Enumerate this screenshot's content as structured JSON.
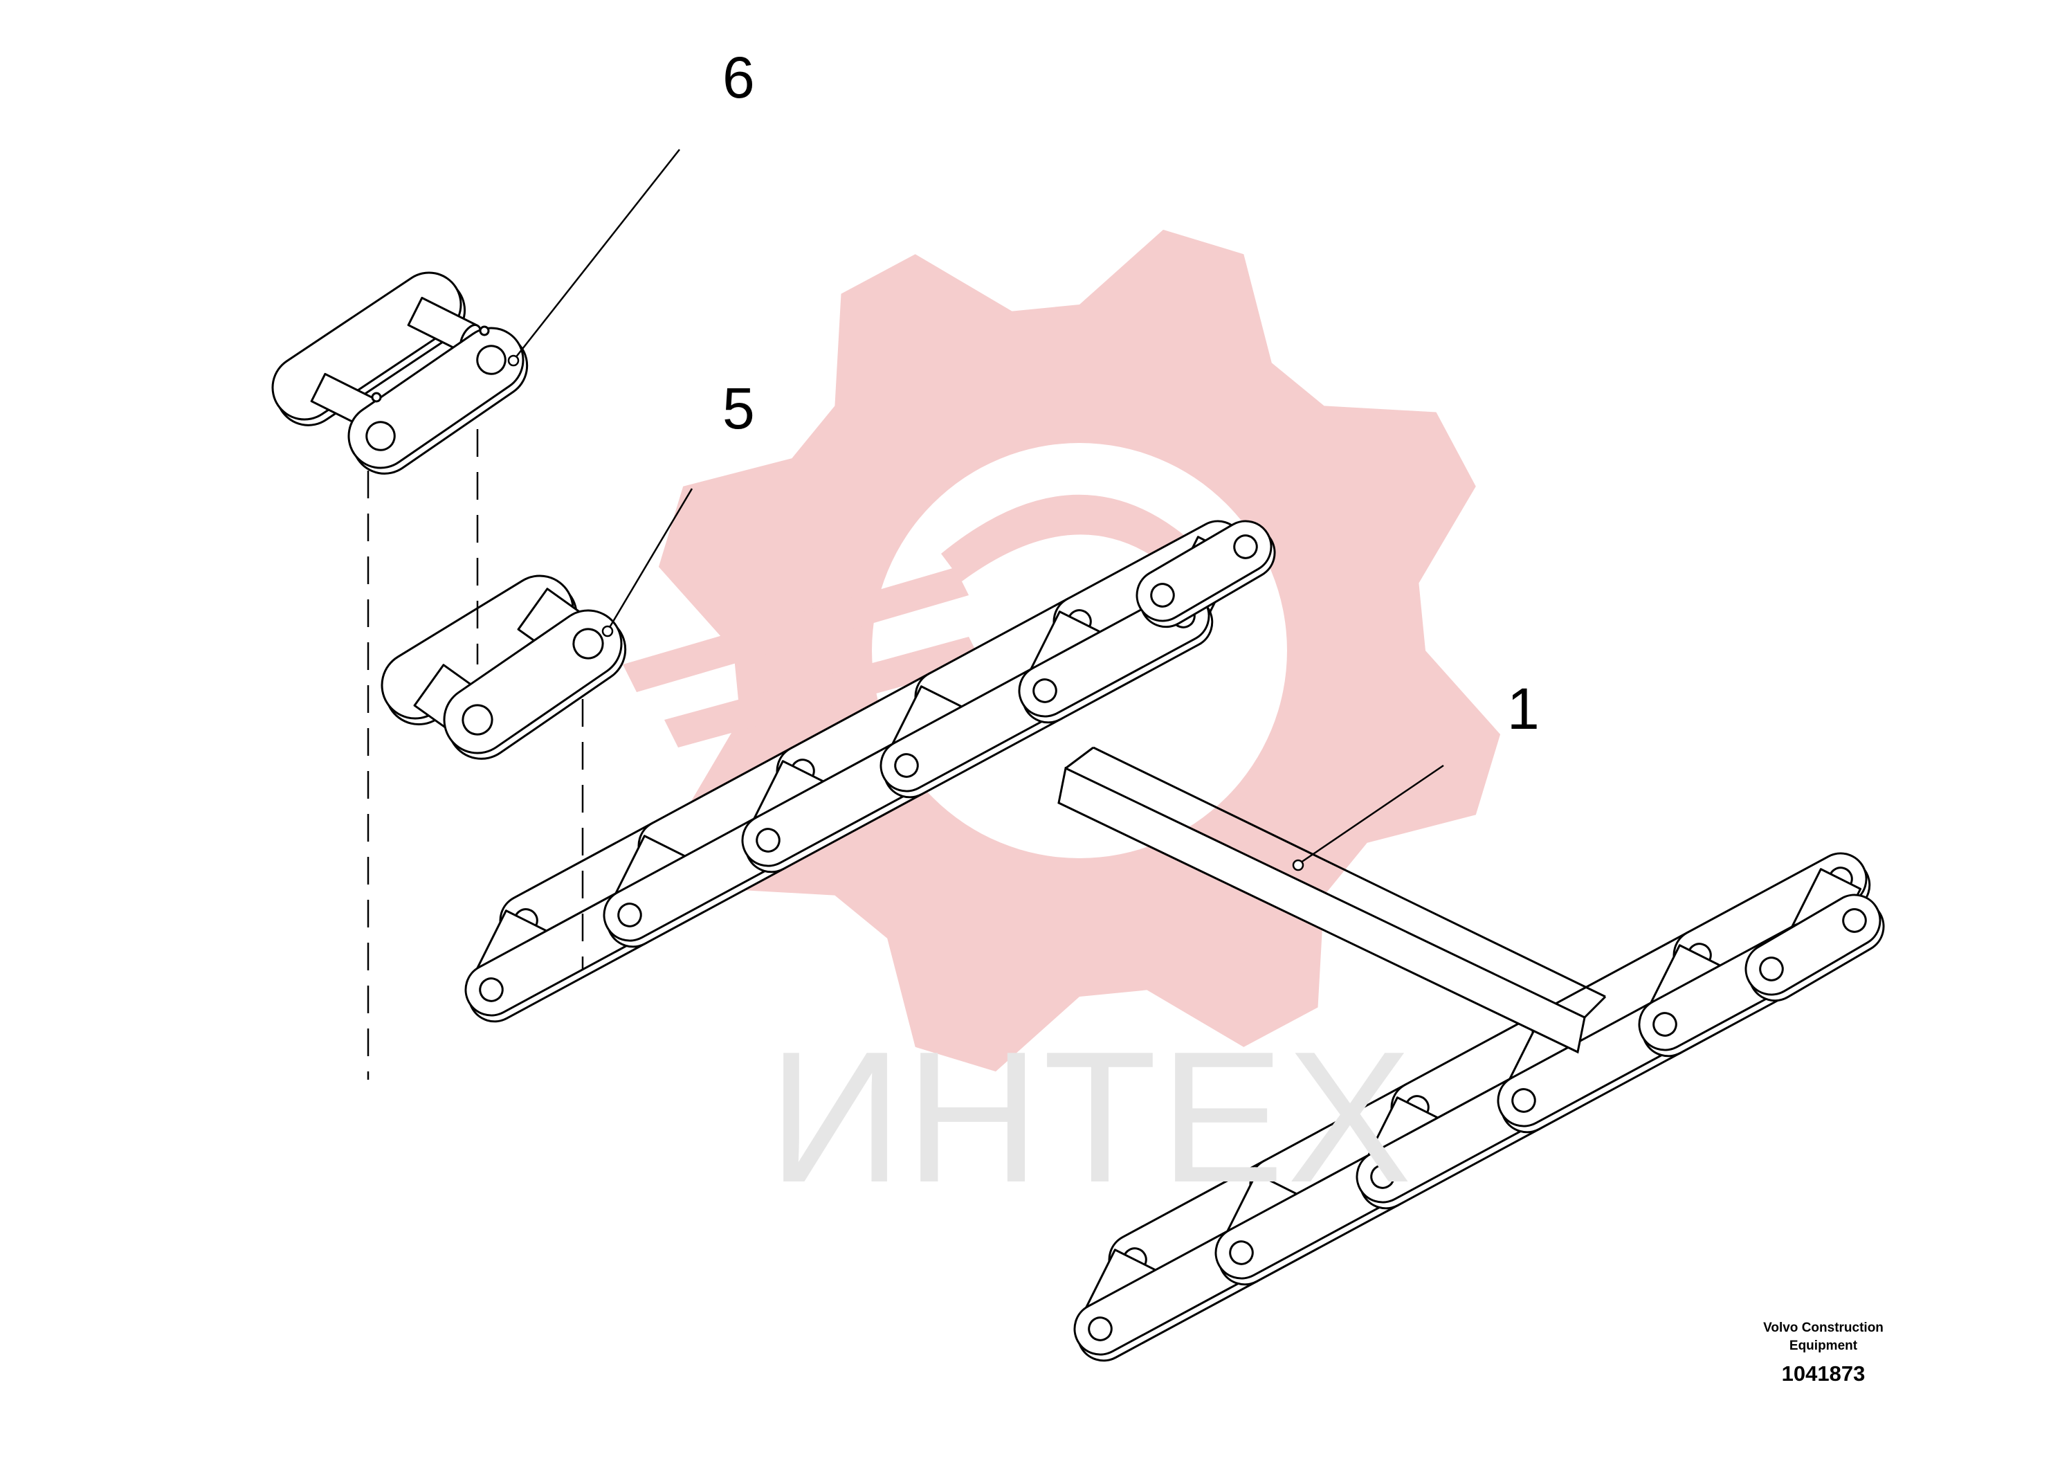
{
  "watermark": {
    "text": "ИНТЕХ",
    "logo_icon": "gear-logo-icon",
    "color": "#f4c8c8",
    "text_color": "#e6e6e6"
  },
  "callouts": [
    {
      "label": "6",
      "part": "connecting-link"
    },
    {
      "label": "5",
      "part": "roller-link"
    },
    {
      "label": "1",
      "part": "chain-with-crossbar"
    }
  ],
  "footer": {
    "company": "Volvo Construction Equipment",
    "drawing_number": "1041873"
  },
  "colors": {
    "line": "#000000",
    "background": "#ffffff"
  }
}
